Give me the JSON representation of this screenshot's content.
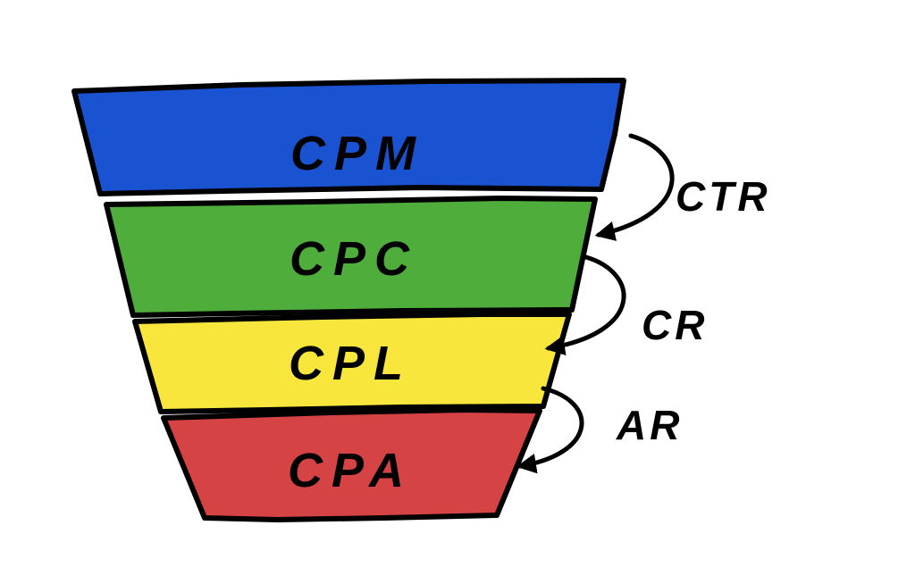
{
  "diagram": {
    "type": "funnel",
    "layers": [
      {
        "label": "CPM",
        "color": "#1a53d2"
      },
      {
        "label": "CPC",
        "color": "#4fae3b"
      },
      {
        "label": "CPL",
        "color": "#f8e63c"
      },
      {
        "label": "CPA",
        "color": "#d64345"
      }
    ],
    "metrics": [
      {
        "label": "CTR"
      },
      {
        "label": "CR"
      },
      {
        "label": "AR"
      }
    ],
    "outline_color": "#000000",
    "background_color": "#ffffff"
  }
}
